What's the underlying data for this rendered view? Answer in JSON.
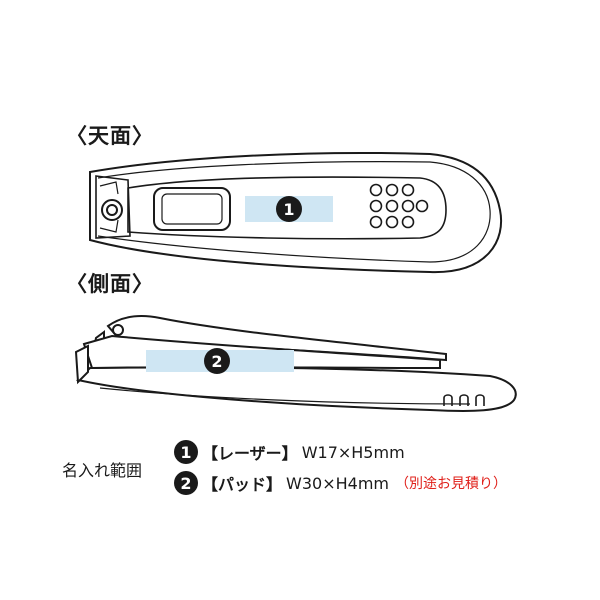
{
  "views": {
    "top": {
      "label": "〈天面〉",
      "marker": "1"
    },
    "side": {
      "label": "〈側面〉",
      "marker": "2"
    }
  },
  "legend": {
    "title": "名入れ範囲",
    "rows": [
      {
        "marker": "1",
        "method": "【レーザー】",
        "size": "W17×H5mm",
        "note": ""
      },
      {
        "marker": "2",
        "method": "【パッド】",
        "size": "W30×H4mm",
        "note": "（別途お見積り）"
      }
    ]
  },
  "colors": {
    "area_fill": "#cfe6f3",
    "outline": "#1a1a1a",
    "marker_fill": "#1a1a1a",
    "note": "#e0201a"
  }
}
